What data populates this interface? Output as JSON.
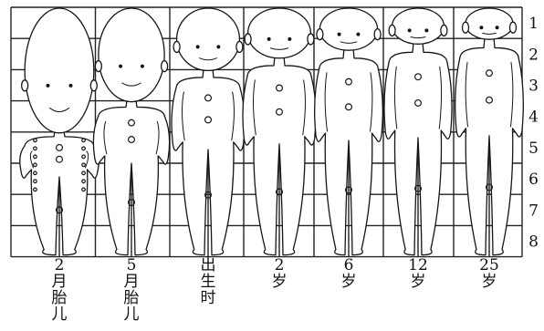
{
  "diagram": {
    "row_numbers": [
      "1",
      "2",
      "3",
      "4",
      "5",
      "6",
      "7",
      "8"
    ],
    "stages": [
      {
        "label_lines": [
          "2",
          "月",
          "胎",
          "儿"
        ],
        "head_rows": 4
      },
      {
        "label_lines": [
          "5",
          "月",
          "胎",
          "儿"
        ],
        "head_rows": 3
      },
      {
        "label_lines": [
          "出",
          "生",
          "时"
        ],
        "head_rows": 2
      },
      {
        "label_lines": [
          "2",
          "岁"
        ],
        "head_rows": 1.6
      },
      {
        "label_lines": [
          "6",
          "岁"
        ],
        "head_rows": 1.35
      },
      {
        "label_lines": [
          "12",
          "岁"
        ],
        "head_rows": 1.15
      },
      {
        "label_lines": [
          "25",
          "岁"
        ],
        "head_rows": 1.0
      }
    ]
  }
}
